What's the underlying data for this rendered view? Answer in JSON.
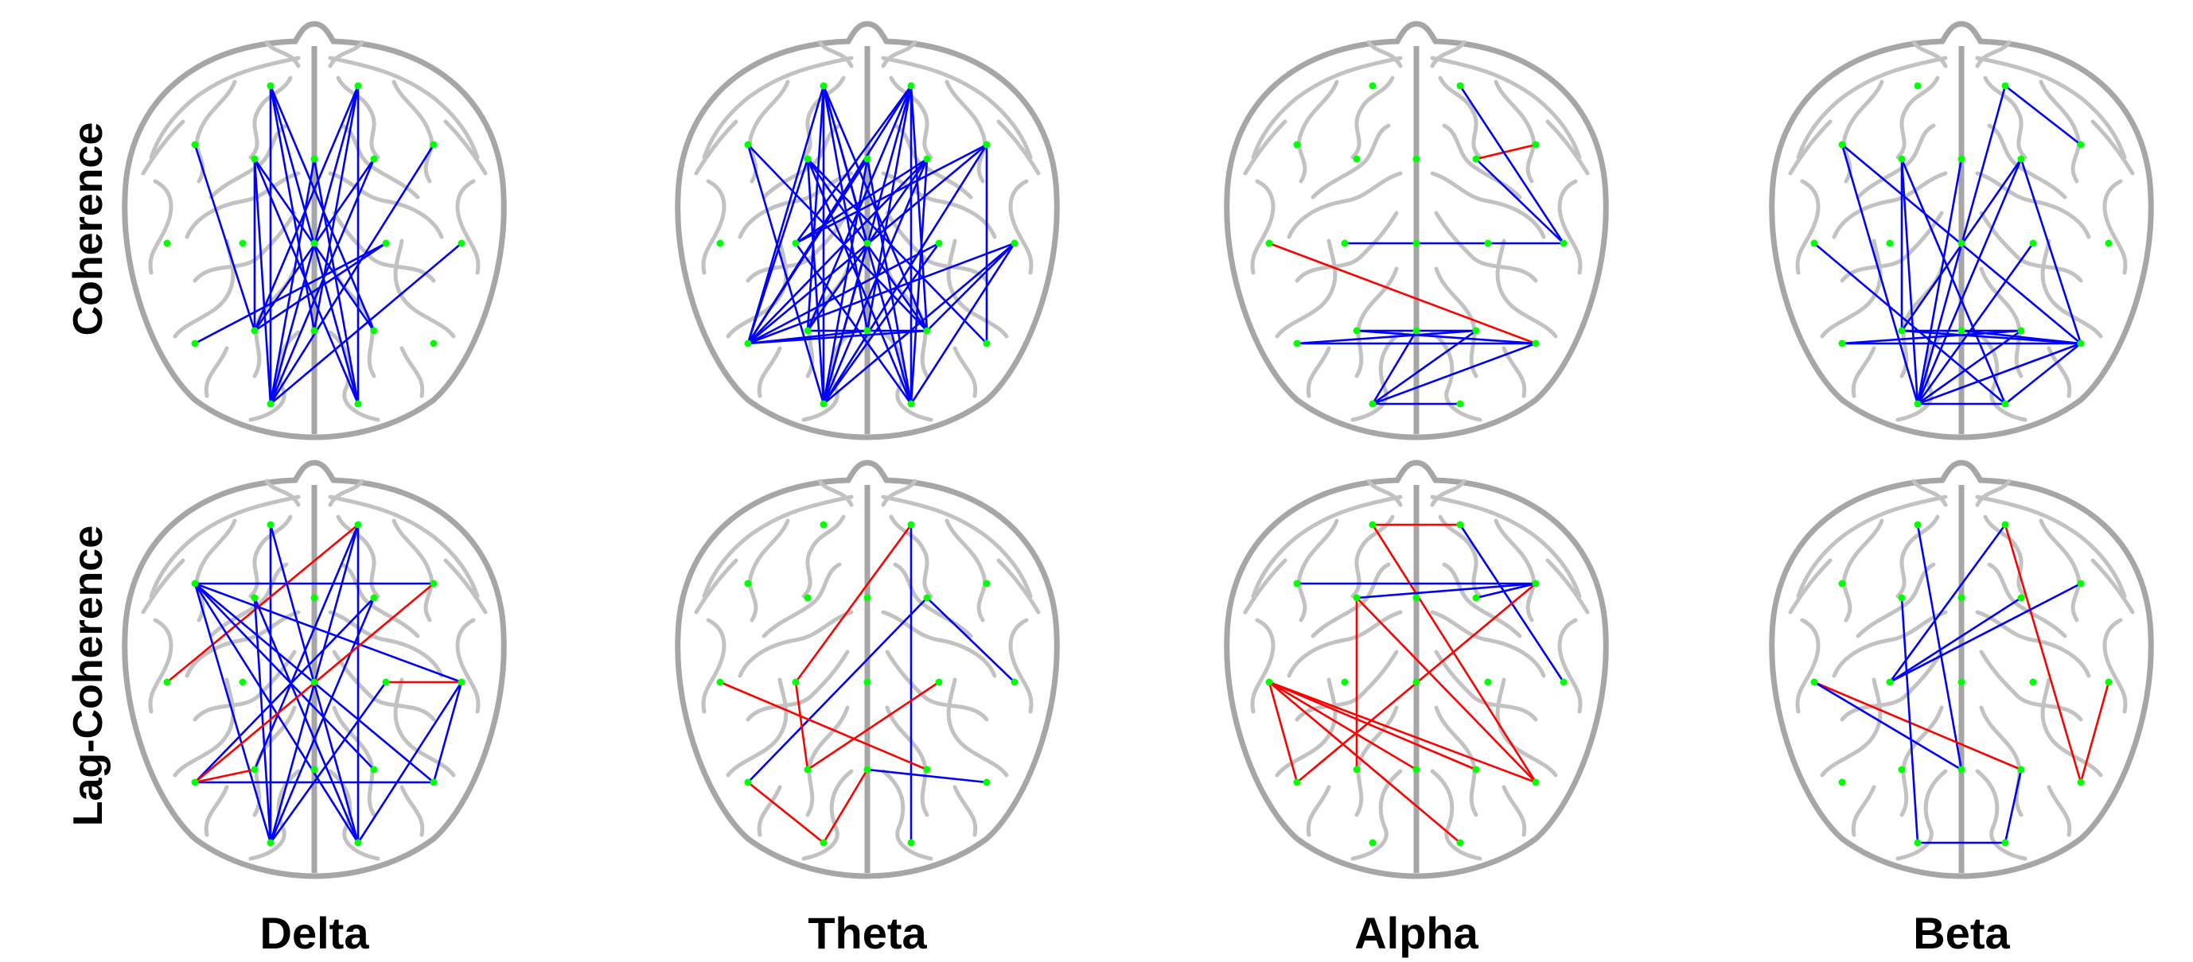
{
  "rows": [
    {
      "id": "coherence",
      "label": "Coherence"
    },
    {
      "id": "lag",
      "label": "Lag-Coherence"
    }
  ],
  "bands": [
    "Delta",
    "Theta",
    "Alpha",
    "Beta"
  ],
  "colors": {
    "increase": "#ff0000",
    "decrease": "#0000ff",
    "electrode": "#00ff00",
    "brain_outline": "#a6a6a6",
    "brain_folds": "#c2c2c2",
    "text": "#000000"
  },
  "panels": [
    {
      "row": "coherence",
      "band": "Delta",
      "connections": [
        {
          "from": "Fp1",
          "to": "O1",
          "color": "decrease"
        },
        {
          "from": "Fp1",
          "to": "O2",
          "color": "decrease"
        },
        {
          "from": "Fp1",
          "to": "P4",
          "color": "decrease"
        },
        {
          "from": "Fp1",
          "to": "Pz",
          "color": "decrease"
        },
        {
          "from": "Fp2",
          "to": "O1",
          "color": "decrease"
        },
        {
          "from": "Fp2",
          "to": "O2",
          "color": "decrease"
        },
        {
          "from": "Fp2",
          "to": "P3",
          "color": "decrease"
        },
        {
          "from": "Fp2",
          "to": "Pz",
          "color": "decrease"
        },
        {
          "from": "F7",
          "to": "P3",
          "color": "decrease"
        },
        {
          "from": "F3",
          "to": "O1",
          "color": "decrease"
        },
        {
          "from": "F3",
          "to": "O2",
          "color": "decrease"
        },
        {
          "from": "F3",
          "to": "P4",
          "color": "decrease"
        },
        {
          "from": "F3",
          "to": "P3",
          "color": "decrease"
        },
        {
          "from": "Fz",
          "to": "O1",
          "color": "decrease"
        },
        {
          "from": "Fz",
          "to": "O2",
          "color": "decrease"
        },
        {
          "from": "F4",
          "to": "O1",
          "color": "decrease"
        },
        {
          "from": "F4",
          "to": "P3",
          "color": "decrease"
        },
        {
          "from": "F8",
          "to": "O1",
          "color": "decrease"
        },
        {
          "from": "T5",
          "to": "C4",
          "color": "decrease"
        },
        {
          "from": "T4",
          "to": "O1",
          "color": "decrease"
        },
        {
          "from": "C4",
          "to": "P3",
          "color": "decrease"
        }
      ]
    },
    {
      "row": "coherence",
      "band": "Theta",
      "connections": [
        {
          "from": "Fp1",
          "to": "T5",
          "color": "decrease"
        },
        {
          "from": "Fp1",
          "to": "O1",
          "color": "decrease"
        },
        {
          "from": "Fp1",
          "to": "O2",
          "color": "decrease"
        },
        {
          "from": "Fp1",
          "to": "P3",
          "color": "decrease"
        },
        {
          "from": "Fp1",
          "to": "P4",
          "color": "decrease"
        },
        {
          "from": "Fp1",
          "to": "Pz",
          "color": "decrease"
        },
        {
          "from": "Fp1",
          "to": "Cz",
          "color": "decrease"
        },
        {
          "from": "Fp2",
          "to": "T5",
          "color": "decrease"
        },
        {
          "from": "Fp2",
          "to": "O1",
          "color": "decrease"
        },
        {
          "from": "Fp2",
          "to": "O2",
          "color": "decrease"
        },
        {
          "from": "Fp2",
          "to": "P3",
          "color": "decrease"
        },
        {
          "from": "Fp2",
          "to": "P4",
          "color": "decrease"
        },
        {
          "from": "Fp2",
          "to": "Pz",
          "color": "decrease"
        },
        {
          "from": "Fp2",
          "to": "C3",
          "color": "decrease"
        },
        {
          "from": "F7",
          "to": "O1",
          "color": "decrease"
        },
        {
          "from": "F7",
          "to": "P4",
          "color": "decrease"
        },
        {
          "from": "F3",
          "to": "O1",
          "color": "decrease"
        },
        {
          "from": "F3",
          "to": "O2",
          "color": "decrease"
        },
        {
          "from": "F3",
          "to": "P4",
          "color": "decrease"
        },
        {
          "from": "F3",
          "to": "T5",
          "color": "decrease"
        },
        {
          "from": "F3",
          "to": "T6",
          "color": "decrease"
        },
        {
          "from": "Fz",
          "to": "O1",
          "color": "decrease"
        },
        {
          "from": "Fz",
          "to": "O2",
          "color": "decrease"
        },
        {
          "from": "Fz",
          "to": "T5",
          "color": "decrease"
        },
        {
          "from": "F4",
          "to": "O1",
          "color": "decrease"
        },
        {
          "from": "F4",
          "to": "O2",
          "color": "decrease"
        },
        {
          "from": "F4",
          "to": "T5",
          "color": "decrease"
        },
        {
          "from": "F4",
          "to": "P3",
          "color": "decrease"
        },
        {
          "from": "F4",
          "to": "C3",
          "color": "decrease"
        },
        {
          "from": "F8",
          "to": "T5",
          "color": "decrease"
        },
        {
          "from": "F8",
          "to": "O1",
          "color": "decrease"
        },
        {
          "from": "F8",
          "to": "T6",
          "color": "decrease"
        },
        {
          "from": "F8",
          "to": "C3",
          "color": "decrease"
        },
        {
          "from": "T4",
          "to": "T5",
          "color": "decrease"
        },
        {
          "from": "T4",
          "to": "O1",
          "color": "decrease"
        },
        {
          "from": "T4",
          "to": "O2",
          "color": "decrease"
        },
        {
          "from": "T4",
          "to": "P4",
          "color": "decrease"
        },
        {
          "from": "T5",
          "to": "C4",
          "color": "decrease"
        },
        {
          "from": "T5",
          "to": "P4",
          "color": "decrease"
        },
        {
          "from": "T5",
          "to": "Pz",
          "color": "decrease"
        },
        {
          "from": "C3",
          "to": "O2",
          "color": "decrease"
        },
        {
          "from": "C4",
          "to": "O1",
          "color": "decrease"
        },
        {
          "from": "Cz",
          "to": "O1",
          "color": "decrease"
        },
        {
          "from": "P3",
          "to": "P4",
          "color": "decrease"
        }
      ]
    },
    {
      "row": "coherence",
      "band": "Alpha",
      "connections": [
        {
          "from": "F4",
          "to": "F8",
          "color": "increase"
        },
        {
          "from": "Fp2",
          "to": "T4",
          "color": "decrease"
        },
        {
          "from": "F4",
          "to": "T4",
          "color": "decrease"
        },
        {
          "from": "C3",
          "to": "T4",
          "color": "decrease"
        },
        {
          "from": "T3",
          "to": "T6",
          "color": "increase"
        },
        {
          "from": "T5",
          "to": "T6",
          "color": "decrease"
        },
        {
          "from": "P3",
          "to": "T6",
          "color": "decrease"
        },
        {
          "from": "P3",
          "to": "P4",
          "color": "decrease"
        },
        {
          "from": "T5",
          "to": "P4",
          "color": "decrease"
        },
        {
          "from": "O1",
          "to": "T6",
          "color": "decrease"
        },
        {
          "from": "O1",
          "to": "P4",
          "color": "decrease"
        },
        {
          "from": "O1",
          "to": "O2",
          "color": "decrease"
        },
        {
          "from": "O1",
          "to": "Pz",
          "color": "decrease"
        }
      ]
    },
    {
      "row": "coherence",
      "band": "Beta",
      "connections": [
        {
          "from": "Fp2",
          "to": "F8",
          "color": "decrease"
        },
        {
          "from": "Fp2",
          "to": "O1",
          "color": "decrease"
        },
        {
          "from": "F7",
          "to": "O1",
          "color": "decrease"
        },
        {
          "from": "F7",
          "to": "T6",
          "color": "decrease"
        },
        {
          "from": "F3",
          "to": "O1",
          "color": "decrease"
        },
        {
          "from": "F3",
          "to": "O2",
          "color": "decrease"
        },
        {
          "from": "F3",
          "to": "P3",
          "color": "decrease"
        },
        {
          "from": "F4",
          "to": "O1",
          "color": "decrease"
        },
        {
          "from": "F4",
          "to": "T6",
          "color": "decrease"
        },
        {
          "from": "F4",
          "to": "P3",
          "color": "decrease"
        },
        {
          "from": "Fz",
          "to": "O1",
          "color": "decrease"
        },
        {
          "from": "T3",
          "to": "O2",
          "color": "decrease"
        },
        {
          "from": "C4",
          "to": "O1",
          "color": "decrease"
        },
        {
          "from": "T5",
          "to": "T6",
          "color": "decrease"
        },
        {
          "from": "T5",
          "to": "P4",
          "color": "decrease"
        },
        {
          "from": "P3",
          "to": "T6",
          "color": "decrease"
        },
        {
          "from": "P3",
          "to": "P4",
          "color": "decrease"
        },
        {
          "from": "Pz",
          "to": "T6",
          "color": "decrease"
        },
        {
          "from": "O1",
          "to": "O2",
          "color": "decrease"
        },
        {
          "from": "O1",
          "to": "T6",
          "color": "decrease"
        },
        {
          "from": "O2",
          "to": "T6",
          "color": "decrease"
        },
        {
          "from": "O1",
          "to": "P4",
          "color": "decrease"
        }
      ]
    },
    {
      "row": "lag",
      "band": "Delta",
      "connections": [
        {
          "from": "Fp1",
          "to": "O1",
          "color": "decrease"
        },
        {
          "from": "Fp1",
          "to": "O2",
          "color": "decrease"
        },
        {
          "from": "Fp2",
          "to": "O1",
          "color": "decrease"
        },
        {
          "from": "Fp2",
          "to": "O2",
          "color": "decrease"
        },
        {
          "from": "Fp2",
          "to": "P3",
          "color": "decrease"
        },
        {
          "from": "Fp2",
          "to": "T3",
          "color": "increase"
        },
        {
          "from": "F7",
          "to": "F8",
          "color": "decrease"
        },
        {
          "from": "F7",
          "to": "O1",
          "color": "decrease"
        },
        {
          "from": "F7",
          "to": "O2",
          "color": "decrease"
        },
        {
          "from": "F7",
          "to": "T4",
          "color": "decrease"
        },
        {
          "from": "F7",
          "to": "T6",
          "color": "decrease"
        },
        {
          "from": "F7",
          "to": "P4",
          "color": "decrease"
        },
        {
          "from": "F3",
          "to": "O1",
          "color": "decrease"
        },
        {
          "from": "F3",
          "to": "O2",
          "color": "decrease"
        },
        {
          "from": "F4",
          "to": "O1",
          "color": "decrease"
        },
        {
          "from": "F4",
          "to": "T5",
          "color": "decrease"
        },
        {
          "from": "F8",
          "to": "T5",
          "color": "increase"
        },
        {
          "from": "T4",
          "to": "O2",
          "color": "decrease"
        },
        {
          "from": "T4",
          "to": "T6",
          "color": "decrease"
        },
        {
          "from": "T4",
          "to": "C4",
          "color": "increase"
        },
        {
          "from": "C4",
          "to": "O1",
          "color": "decrease"
        },
        {
          "from": "T5",
          "to": "T6",
          "color": "decrease"
        },
        {
          "from": "T5",
          "to": "P3",
          "color": "increase"
        }
      ]
    },
    {
      "row": "lag",
      "band": "Theta",
      "connections": [
        {
          "from": "Fp2",
          "to": "C3",
          "color": "increase"
        },
        {
          "from": "Fp2",
          "to": "O2",
          "color": "decrease"
        },
        {
          "from": "F4",
          "to": "T5",
          "color": "decrease"
        },
        {
          "from": "F4",
          "to": "T4",
          "color": "decrease"
        },
        {
          "from": "T3",
          "to": "P4",
          "color": "increase"
        },
        {
          "from": "C3",
          "to": "P3",
          "color": "increase"
        },
        {
          "from": "T5",
          "to": "O1",
          "color": "increase"
        },
        {
          "from": "Pz",
          "to": "O1",
          "color": "increase"
        },
        {
          "from": "C4",
          "to": "P3",
          "color": "increase"
        },
        {
          "from": "Pz",
          "to": "T6",
          "color": "decrease"
        }
      ]
    },
    {
      "row": "lag",
      "band": "Alpha",
      "connections": [
        {
          "from": "Fp1",
          "to": "Fp2",
          "color": "increase"
        },
        {
          "from": "Fp1",
          "to": "T6",
          "color": "increase"
        },
        {
          "from": "Fp2",
          "to": "T4",
          "color": "decrease"
        },
        {
          "from": "F7",
          "to": "F8",
          "color": "decrease"
        },
        {
          "from": "F3",
          "to": "F8",
          "color": "decrease"
        },
        {
          "from": "F3",
          "to": "P3",
          "color": "increase"
        },
        {
          "from": "F3",
          "to": "T6",
          "color": "increase"
        },
        {
          "from": "F4",
          "to": "F8",
          "color": "decrease"
        },
        {
          "from": "F8",
          "to": "T5",
          "color": "increase"
        },
        {
          "from": "T3",
          "to": "T5",
          "color": "increase"
        },
        {
          "from": "T3",
          "to": "Pz",
          "color": "increase"
        },
        {
          "from": "T3",
          "to": "P4",
          "color": "increase"
        },
        {
          "from": "T3",
          "to": "T6",
          "color": "increase"
        },
        {
          "from": "T3",
          "to": "O2",
          "color": "increase"
        }
      ]
    },
    {
      "row": "lag",
      "band": "Beta",
      "connections": [
        {
          "from": "Fp1",
          "to": "Pz",
          "color": "decrease"
        },
        {
          "from": "Fp2",
          "to": "C3",
          "color": "decrease"
        },
        {
          "from": "Fp2",
          "to": "T6",
          "color": "increase"
        },
        {
          "from": "T3",
          "to": "P4",
          "color": "increase"
        },
        {
          "from": "T3",
          "to": "Pz",
          "color": "decrease"
        },
        {
          "from": "C3",
          "to": "F8",
          "color": "decrease"
        },
        {
          "from": "C3",
          "to": "F4",
          "color": "decrease"
        },
        {
          "from": "F3",
          "to": "O1",
          "color": "decrease"
        },
        {
          "from": "O1",
          "to": "O2",
          "color": "decrease"
        },
        {
          "from": "O2",
          "to": "P4",
          "color": "decrease"
        },
        {
          "from": "T4",
          "to": "T6",
          "color": "increase"
        }
      ]
    }
  ]
}
